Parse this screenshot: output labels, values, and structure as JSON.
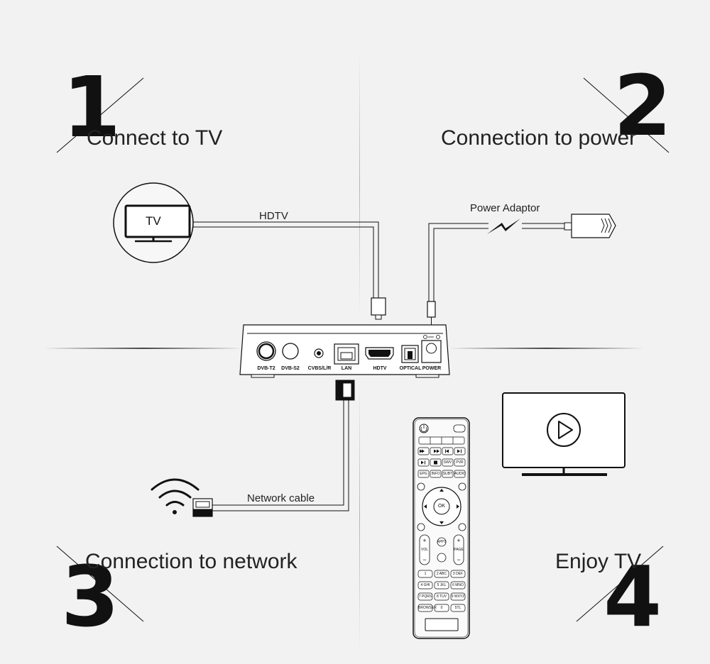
{
  "steps": [
    {
      "number": "1",
      "title": "Connect to TV"
    },
    {
      "number": "2",
      "title": "Connection to power"
    },
    {
      "number": "3",
      "title": "Connection to network"
    },
    {
      "number": "4",
      "title": "Enjoy TV"
    }
  ],
  "labels": {
    "hdtv_cable": "HDTV",
    "power_adaptor": "Power Adaptor",
    "network_cable": "Network cable",
    "tv_screen": "TV"
  },
  "ports": [
    "DVB-T2",
    "DVB-S2",
    "CVBS/L/R",
    "LAN",
    "HDTV",
    "OPTICAL",
    "POWER"
  ],
  "remote": {
    "ok": "OK",
    "vol": "VOL",
    "page": "PAGE",
    "apps": "APPS",
    "row_func": [
      "EPG",
      "INFO",
      "SUBT",
      "AUDIO"
    ],
    "row_media": [
      "SWV",
      "PVR"
    ],
    "digits": [
      "1",
      "2 ABC",
      "3 DEF",
      "4 GHI",
      "5 JKL",
      "6 MNO",
      "7 PQRS",
      "8 TUV",
      "9 WXYZ",
      "BROWSER",
      "0",
      "5TL"
    ]
  }
}
